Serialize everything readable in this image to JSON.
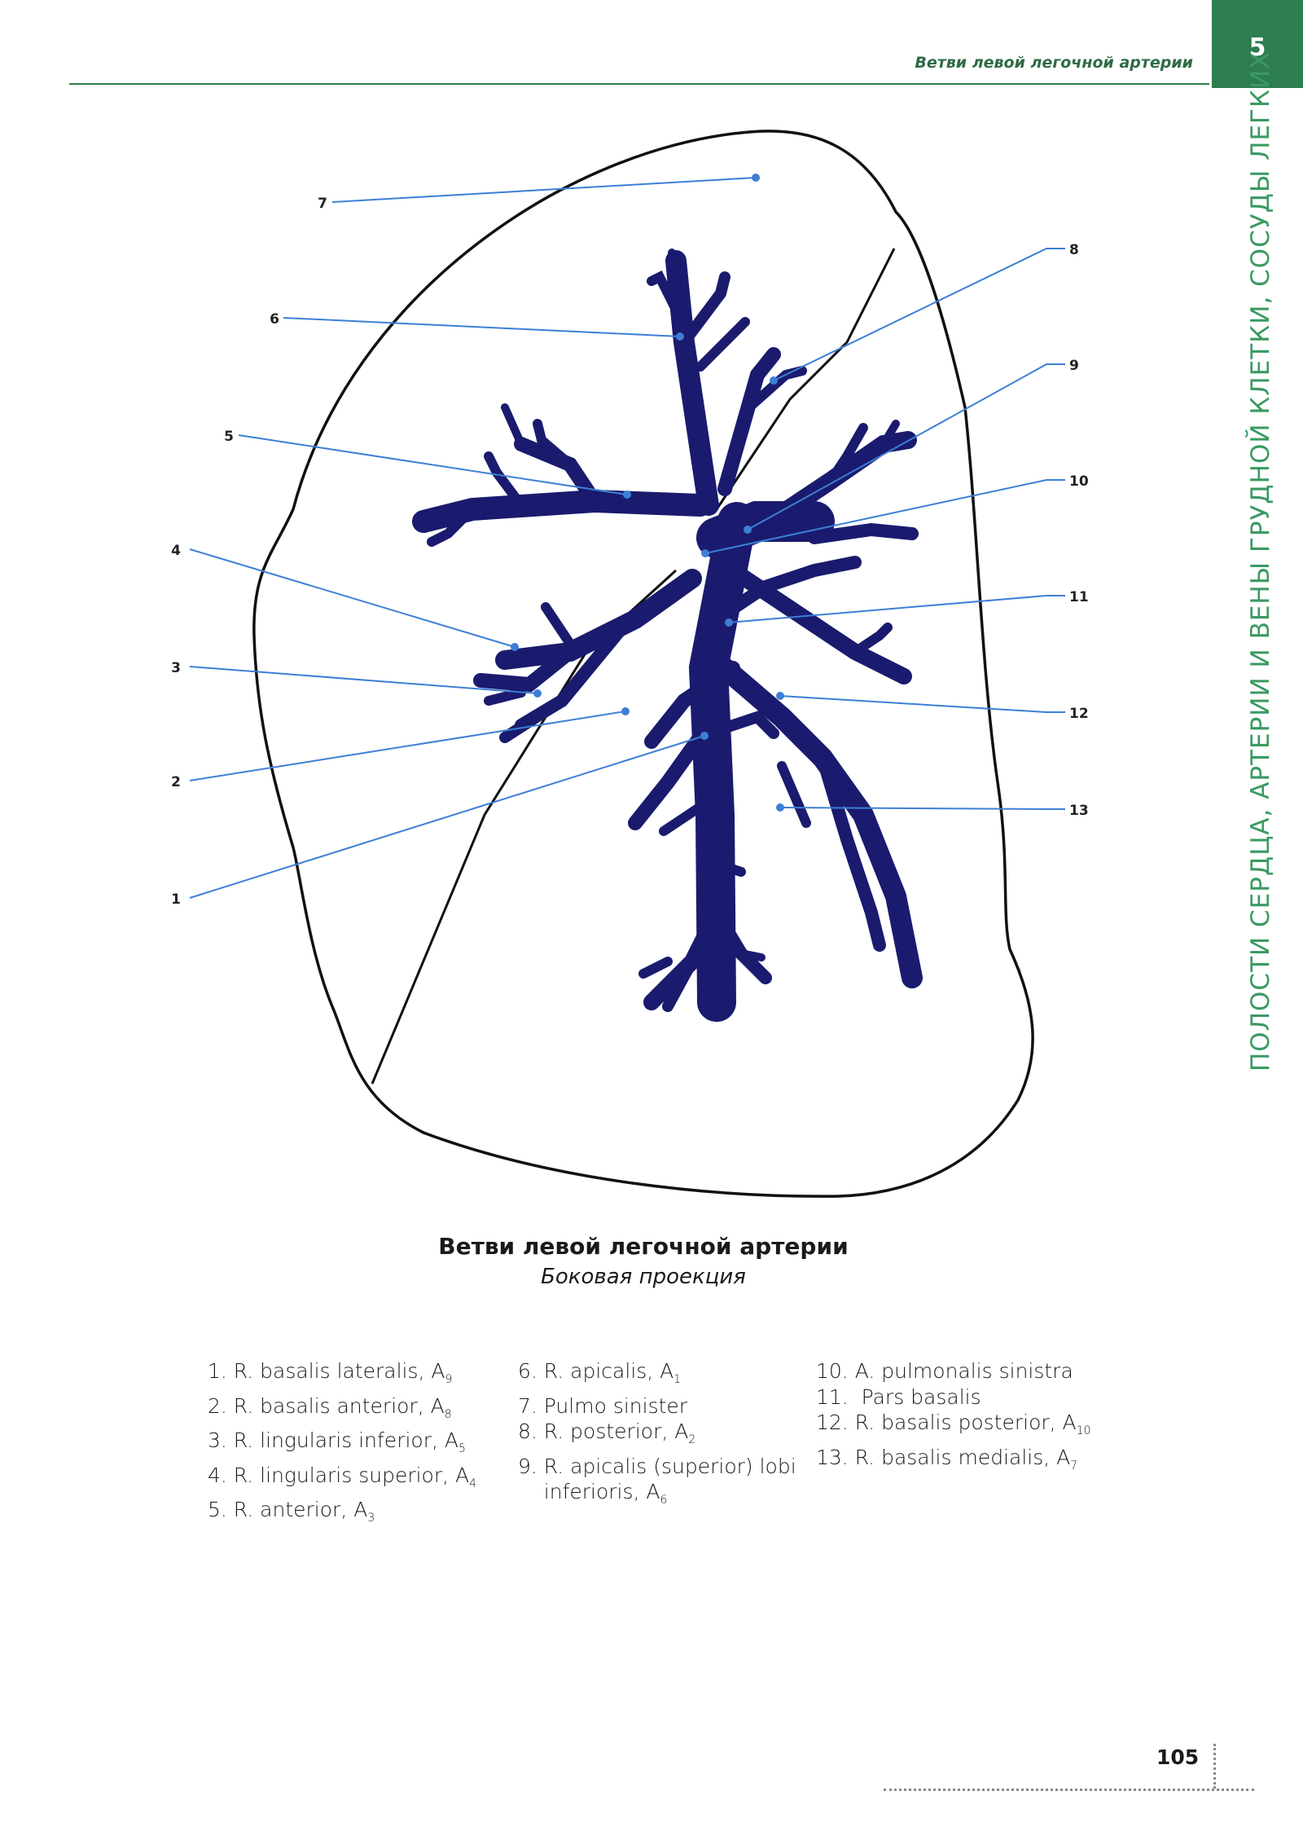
{
  "header": {
    "title": "Ветви левой легочной артерии",
    "chapter_number": "5",
    "side_text": "ПОЛОСТИ СЕРДЦА, АРТЕРИИ И ВЕНЫ ГРУДНОЙ КЛЕТКИ, СОСУДЫ ЛЕГКИХ"
  },
  "figure": {
    "title": "Ветви левой легочной артерии",
    "subtitle": "Боковая проекция",
    "colors": {
      "artery": "#1a1b6e",
      "leader": "#3d7fd6",
      "outline": "#111111"
    },
    "callouts": [
      "1",
      "2",
      "3",
      "4",
      "5",
      "6",
      "7",
      "8",
      "9",
      "10",
      "11",
      "12",
      "13"
    ]
  },
  "legend": {
    "col1": [
      {
        "text": "1. R. basalis lateralis, A",
        "sub": "9"
      },
      {
        "text": "2. R. basalis anterior, A",
        "sub": "8"
      },
      {
        "text": "3. R. lingularis inferior, A",
        "sub": "5"
      },
      {
        "text": "4. R. lingularis superior, A",
        "sub": "4"
      },
      {
        "text": "5. R. anterior, A",
        "sub": "3"
      }
    ],
    "col2": [
      {
        "text": "6. R. apicalis, A",
        "sub": "1"
      },
      {
        "text": "7. Pulmo sinister",
        "sub": ""
      },
      {
        "text": "8. R. posterior, A",
        "sub": "2"
      },
      {
        "text": "9. R. apicalis (superior) lobi",
        "sub": ""
      },
      {
        "text": "    inferioris, A",
        "sub": "6"
      }
    ],
    "col3": [
      {
        "text": "10. A. pulmonalis sinistra",
        "sub": ""
      },
      {
        "text": "11.  Pars basalis",
        "sub": ""
      },
      {
        "text": "12. R. basalis posterior, A",
        "sub": "10"
      },
      {
        "text": "13. R. basalis medialis, A",
        "sub": "7"
      }
    ]
  },
  "page_number": "105"
}
